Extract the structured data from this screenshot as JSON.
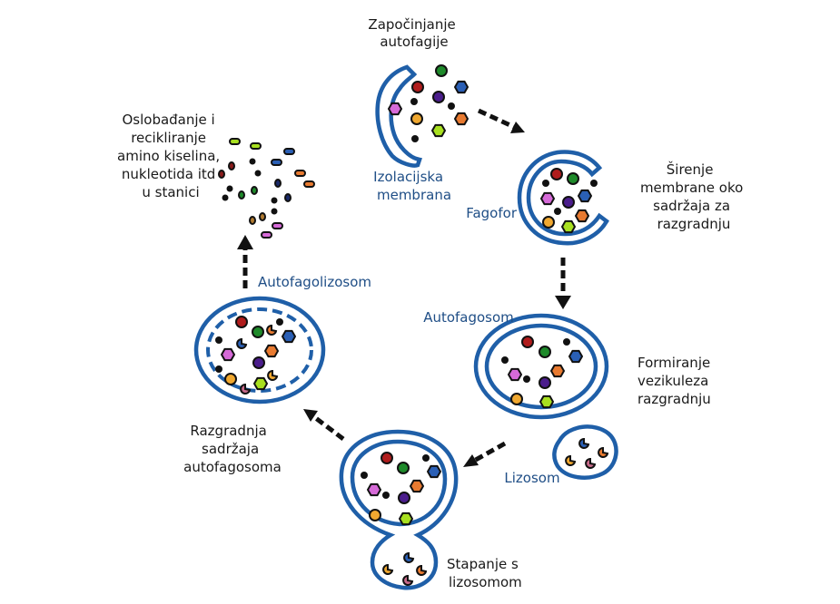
{
  "diagram": {
    "title": "Autophagy cycle",
    "colors": {
      "membrane": "#1f5fa8",
      "blue_label": "#1f4e86",
      "black_label": "#1a1a1a",
      "red": "#b01c1c",
      "green": "#1e8a2a",
      "blue": "#2a5fb5",
      "purple": "#4b1d8c",
      "pink": "#d66ad8",
      "orange": "#e87a30",
      "yellow": "#f0a830",
      "lime": "#a8e020",
      "black": "#111111",
      "rose": "#c86a8a"
    },
    "stages": [
      {
        "id": "initiation",
        "text_lines": [
          "Započinjanje",
          "autofagije"
        ]
      },
      {
        "id": "expansion",
        "text_lines": [
          "Širenje",
          "membrane oko",
          "sadržaja za",
          "razgradnju"
        ]
      },
      {
        "id": "vesicle",
        "text_lines": [
          "Formiranje",
          "vezikuleza",
          "razgradnju"
        ]
      },
      {
        "id": "fusion",
        "text_lines": [
          "Stapanje s",
          "lizosomom"
        ]
      },
      {
        "id": "degradation",
        "text_lines": [
          "Razgradnja",
          "sadržaja",
          "autofagosoma"
        ]
      },
      {
        "id": "release",
        "text_lines": [
          "Oslobađanje i",
          "recikliranje",
          "amino kiselina,",
          "nukleotida itd",
          "u stanici"
        ]
      }
    ],
    "structures": [
      {
        "id": "isolation-membrane",
        "text_lines": [
          "Izolacijska",
          "membrana"
        ]
      },
      {
        "id": "phagophore",
        "text_lines": [
          "Fagofor"
        ]
      },
      {
        "id": "autophagosome",
        "text_lines": [
          "Autofagosom"
        ]
      },
      {
        "id": "lysosome",
        "text_lines": [
          "Lizosom"
        ]
      },
      {
        "id": "autolysosome",
        "text_lines": [
          "Autofagolizosom"
        ]
      }
    ]
  }
}
